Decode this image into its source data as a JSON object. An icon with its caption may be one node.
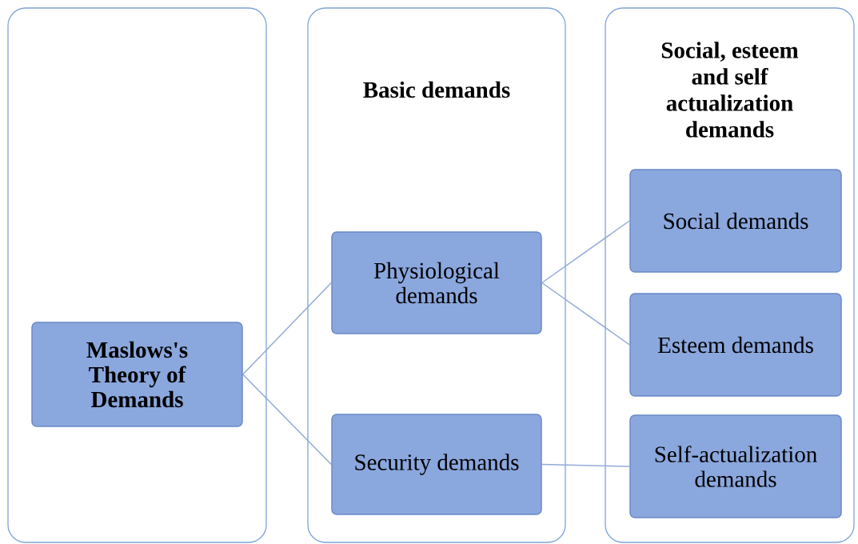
{
  "diagram": {
    "nodes": [
      {
        "text": [],
        "shape": "box"
      },
      {
        "text": [
          "Basic demands"
        ]
      },
      {
        "text": [
          "Social, esteem and self actualization demands"
        ]
      },
      {
        "text": [
          "Maslows's Theory of Demands"
        ],
        "in": 0
      },
      {
        "text": [
          "Physiological demands"
        ],
        "in": 1
      },
      {
        "text": [
          "Security demands"
        ],
        "in": 1
      },
      {
        "text": [
          "Social demands"
        ],
        "in": 2
      },
      {
        "text": [
          "Esteem demands"
        ],
        "in": 2
      },
      {
        "text": [
          "Self-actualization demands"
        ],
        "in": 2
      }
    ],
    "edges": [
      {
        "from": 3,
        "to": 4,
        "arrow": "none"
      },
      {
        "from": 3,
        "to": 5,
        "arrow": "none"
      },
      {
        "from": 4,
        "to": 6,
        "arrow": "none"
      },
      {
        "from": 4,
        "to": 7,
        "arrow": "none"
      },
      {
        "from": 5,
        "to": 8,
        "arrow": "none"
      }
    ]
  }
}
